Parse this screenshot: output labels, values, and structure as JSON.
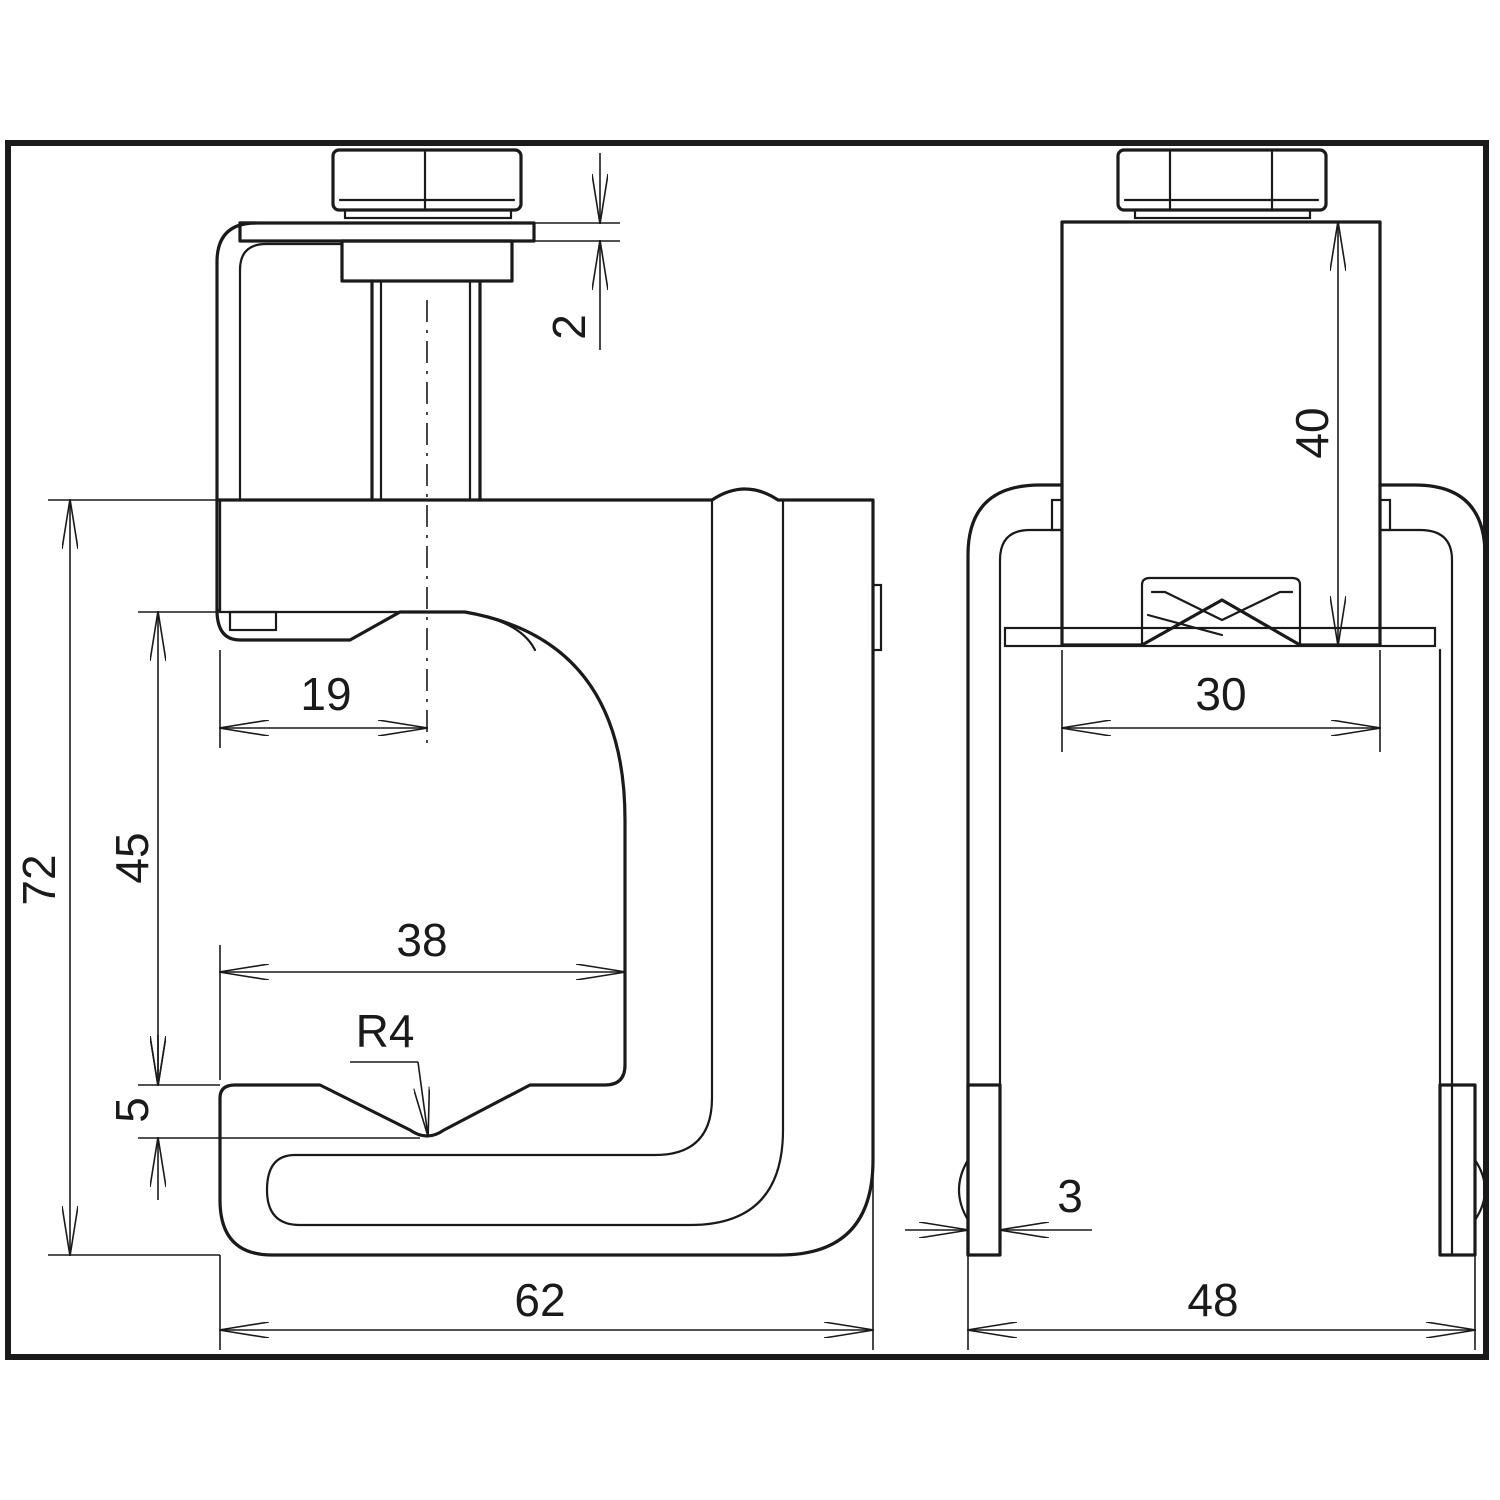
{
  "drawing": {
    "dimensions": {
      "nut_gap": "2",
      "screw_offset": "19",
      "overall_height": "72",
      "jaw_height": "45",
      "jaw_width": "38",
      "groove_radius": "R4",
      "lip_height": "5",
      "overall_width": "62",
      "saddle_width": "30",
      "saddle_height": "40",
      "strap_thickness": "3",
      "side_width": "48"
    }
  }
}
